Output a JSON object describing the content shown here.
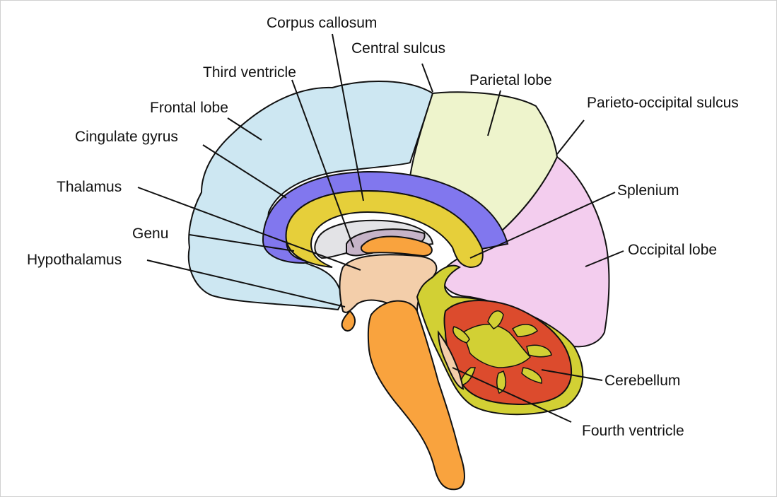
{
  "labels": {
    "corpus_callosum": "Corpus callosum",
    "central_sulcus": "Central sulcus",
    "third_ventricle": "Third ventricle",
    "parietal_lobe": "Parietal lobe",
    "frontal_lobe": "Frontal lobe",
    "parieto_occipital_sulcus": "Parieto-occipital sulcus",
    "cingulate_gyrus": "Cingulate gyrus",
    "thalamus": "Thalamus",
    "splenium": "Splenium",
    "genu": "Genu",
    "occipital_lobe": "Occipital lobe",
    "hypothalamus": "Hypothalamus",
    "cerebellum": "Cerebellum",
    "fourth_ventricle": "Fourth ventricle"
  },
  "colors": {
    "frontal_lobe": "#cde7f2",
    "parietal_lobe": "#eef4cc",
    "occipital_lobe": "#f3cdee",
    "cingulate_gyrus": "#8177ee",
    "corpus_callosum": "#e6cf3a",
    "thalamus": "#f3ceaa",
    "brainstem": "#f9a33e",
    "cerebellum_outer": "#d2d034",
    "cerebellum_inner": "#dc4b2d",
    "ventricle": "#e3e3e6",
    "third_ventricle": "#c6b4c8"
  }
}
